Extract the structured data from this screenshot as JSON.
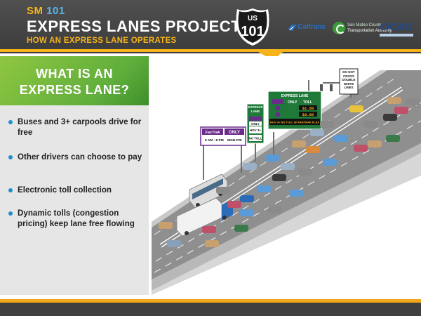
{
  "header": {
    "project_prefix": "SM",
    "project_number": "101",
    "title": "EXPRESS LANES PROJECT",
    "subtitle": "HOW AN EXPRESS LANE OPERATES"
  },
  "shield": {
    "country": "US",
    "route": "101"
  },
  "logos": {
    "caltrans": "Caltrans",
    "tta_line1": "San Mateo County",
    "tta_line2": "Transportation Authority",
    "ccag": "C/CAG"
  },
  "banner": {
    "line1": "WHAT IS AN",
    "line2": "EXPRESS LANE?"
  },
  "bullets": [
    {
      "text": "Buses and 3+ carpools drive for free"
    },
    {
      "text": "Other drivers can choose to pay"
    },
    {
      "text": "Electronic toll collection"
    },
    {
      "text": "Dynamic tolls (congestion pricing) keep lane free flowing"
    }
  ],
  "signs": {
    "do_not_cross": "DO NOT CROSS DOUBLE WHITE LINES",
    "overhead_title": "EXPRESS LANE",
    "overhead_only": "ONLY",
    "overhead_toll": "TOLL",
    "overhead_price1": "$1.50",
    "overhead_price2": "$3.00",
    "overhead_hov": "HOV 3+ NO TOLL W/ FASTRAK FLEX",
    "side_express": "EXPRESS LANE",
    "side_only": "ONLY",
    "side_hov": "HOV 3+",
    "side_notoll": "NO TOLL",
    "fastrak_brand": "FasTrak",
    "fastrak_only": "ONLY",
    "fastrak_hours": "5 AM - 8 PM",
    "fastrak_days": "MON-FRI"
  },
  "colors": {
    "header_bg": "#444444",
    "gold": "#f6b41a",
    "blue_accent": "#5ab4e5",
    "green_banner": "#6bb43e",
    "bullet_dot": "#1a8fd0",
    "road": "#8c8c8c",
    "sign_green": "#1f7a3a",
    "sign_purple": "#6a2c8a"
  }
}
